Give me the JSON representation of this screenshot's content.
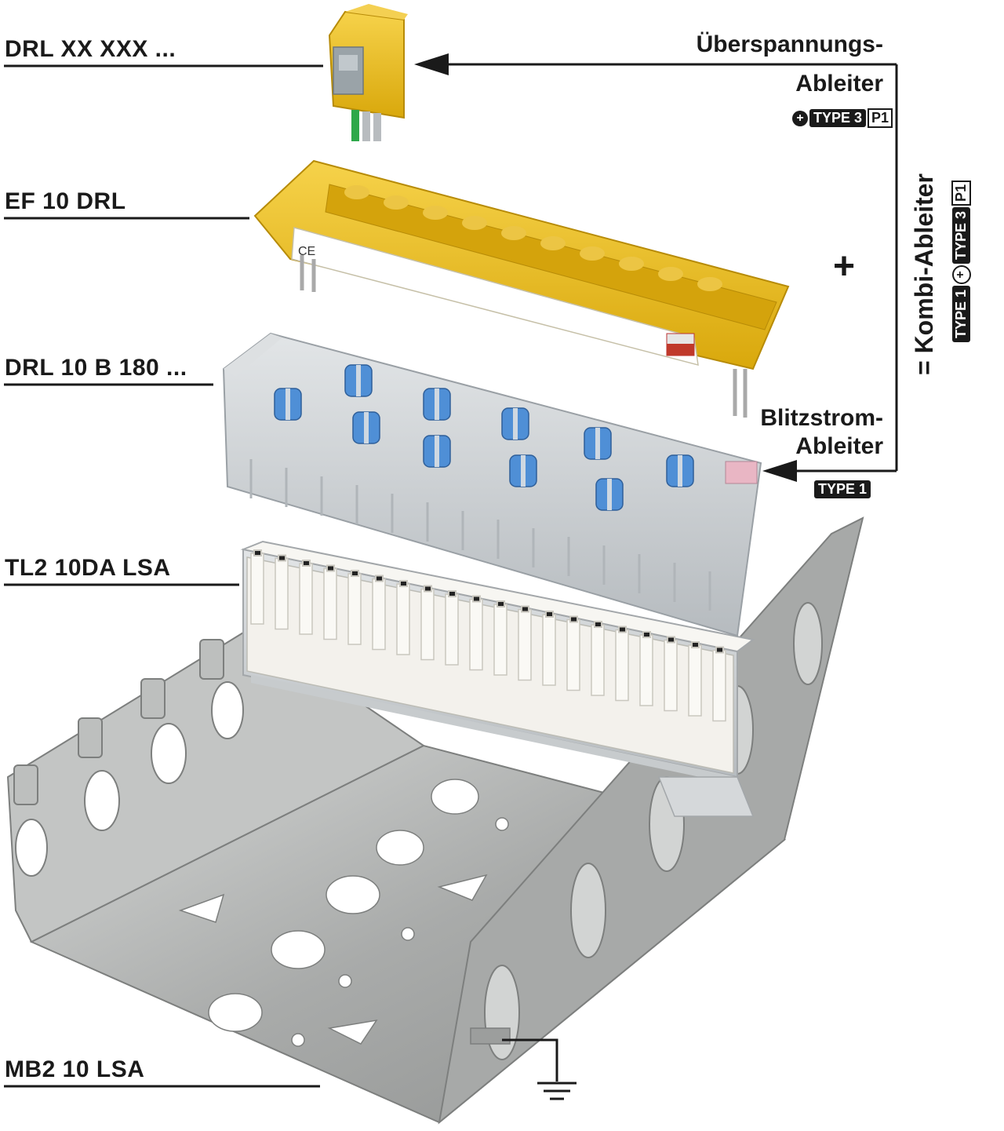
{
  "labels": {
    "drl_xx": "DRL XX XXX ...",
    "ef10": "EF 10 DRL",
    "drl10b": "DRL 10 B 180 ...",
    "tl2": "TL2 10DA LSA",
    "mb2": "MB2 10 LSA"
  },
  "right": {
    "ueberspannung_line1": "Überspannungs-",
    "ueberspannung_line2": "Ableiter",
    "blitz_line1": "Blitzstrom-",
    "blitz_line2": "Ableiter",
    "plus_sign": "+",
    "kombi": "= Kombi-Ableiter"
  },
  "badges": {
    "plus": "+",
    "type3": "TYPE 3",
    "p1": "P1",
    "type1": "TYPE 1"
  },
  "product_text": {
    "ce": "CE"
  },
  "colors": {
    "yellow": "#f2c21b",
    "yellow_dark": "#c99c0a",
    "grey_module": "#cfd3d6",
    "blue_gdt": "#4f8fd6",
    "white_strip": "#f3f1ec",
    "metal": "#b7b9b8",
    "line": "#1a1a1a"
  }
}
